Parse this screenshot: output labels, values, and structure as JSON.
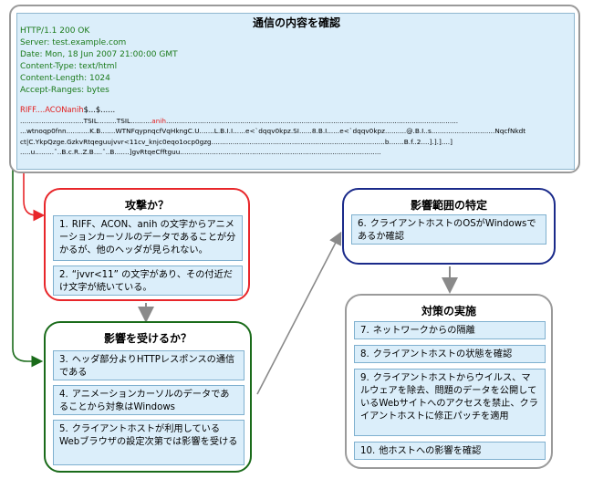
{
  "packet": {
    "title": "通信の内容を確認",
    "http_headers": [
      "HTTP/1.1 200 OK",
      "Server: test.example.com",
      "Date: Mon, 18 Jun 2007 21:00:00 GMT",
      "Content-Type: text/html",
      "Content-Length: 1024",
      "Accept-Ranges: bytes"
    ],
    "dump": {
      "l1_red": "RIFF....ACONanih",
      "l1_rest": "$...$......",
      "l2_a": "..............................TSIL.........TSIL..........",
      "l2_red": "anih",
      "l2_b": "..........................................................................................................................................",
      "l3": "...wtnoqp0fnn...........K.B.......WTNFqypnqcfVqHkngC.U.......L.B.I.I......e<`dqqv0kpz.SI......8.B.I......e<`dqqv0kpz..........@.B.I..s..............................NqcfNkdt",
      "l4": "ct|C.YkpQzge.GzkvRtqeguujvvr<11cv_knjc0eqo1ocp0gzg..................................................................................b.......B.f..2....].].]....]",
      "l5": ".....u.........ˆ..B.c.R..Z.B....ˆ..B.......]gvRtqeCfftguu..............................................................................................."
    }
  },
  "attack": {
    "title": "攻撃か？",
    "items": [
      {
        "num": "1.",
        "text": "RIFF、ACON、anih の文字からアニメーションカーソルのデータであることが分かるが、他のヘッダが見られない。"
      },
      {
        "num": "2.",
        "text": "“jvvr<11” の文字があり、その付近だけ文字が続いている。"
      }
    ]
  },
  "affected": {
    "title": "影響を受けるか？",
    "items": [
      {
        "num": "3.",
        "text": "ヘッダ部分よりHTTPレスポンスの通信である"
      },
      {
        "num": "4.",
        "text": "アニメーションカーソルのデータであることから対象はWindows"
      },
      {
        "num": "5.",
        "text": "クライアントホストが利用しているWebブラウザの設定次第では影響を受ける"
      }
    ]
  },
  "scope": {
    "title": "影響範囲の特定",
    "items": [
      {
        "num": "6.",
        "text": "クライアントホストのOSがWindowsであるか確認"
      }
    ]
  },
  "countermeasure": {
    "title": "対策の実施",
    "items": [
      {
        "num": "7.",
        "text": "ネットワークからの隔離"
      },
      {
        "num": "8.",
        "text": "クライアントホストの状態を確認"
      },
      {
        "num": "9.",
        "text": "クライアントホストからウイルス、マルウェアを除去、問題のデータを公開しているWebサイトへのアクセスを禁止、クライアントホストに修正パッチを適用"
      },
      {
        "num": "10.",
        "text": "他ホストへの影響を確認"
      }
    ]
  },
  "colors": {
    "attack_border": "#e8262a",
    "affected_border": "#1a6b1a",
    "scope_border": "#1a2a8a",
    "countermeasure_border": "#9a9a9a",
    "item_fill": "#dbeefa",
    "arrow_gray": "#8a8a8a"
  }
}
